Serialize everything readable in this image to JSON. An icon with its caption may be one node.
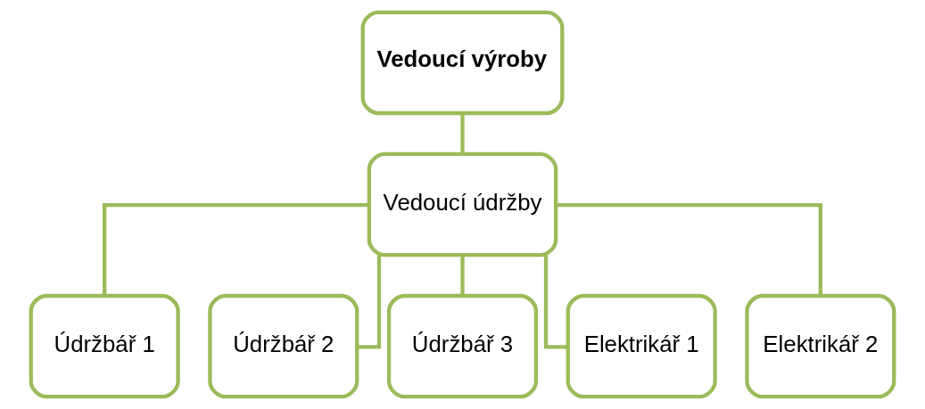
{
  "diagram": {
    "nodes": [
      {
        "text": [
          "Vedoucí výroby"
        ]
      },
      {
        "text": [
          "Vedoucí údržby"
        ]
      },
      {
        "text": [
          "Údržbář 1"
        ]
      },
      {
        "text": [
          "Údržbář 2"
        ]
      },
      {
        "text": [
          "Údržbář 3"
        ]
      },
      {
        "text": [
          "Elektrikář 1"
        ]
      },
      {
        "text": [
          "Elektrikář 2"
        ]
      }
    ],
    "edges": [
      {
        "from": 0,
        "to": 1,
        "arrow": "none"
      },
      {
        "from": 1,
        "to": 2,
        "arrow": "none"
      },
      {
        "from": 1,
        "to": 3,
        "arrow": "none"
      },
      {
        "from": 1,
        "to": 4,
        "arrow": "none"
      },
      {
        "from": 1,
        "to": 5,
        "arrow": "none"
      },
      {
        "from": 1,
        "to": 6,
        "arrow": "none"
      }
    ]
  }
}
